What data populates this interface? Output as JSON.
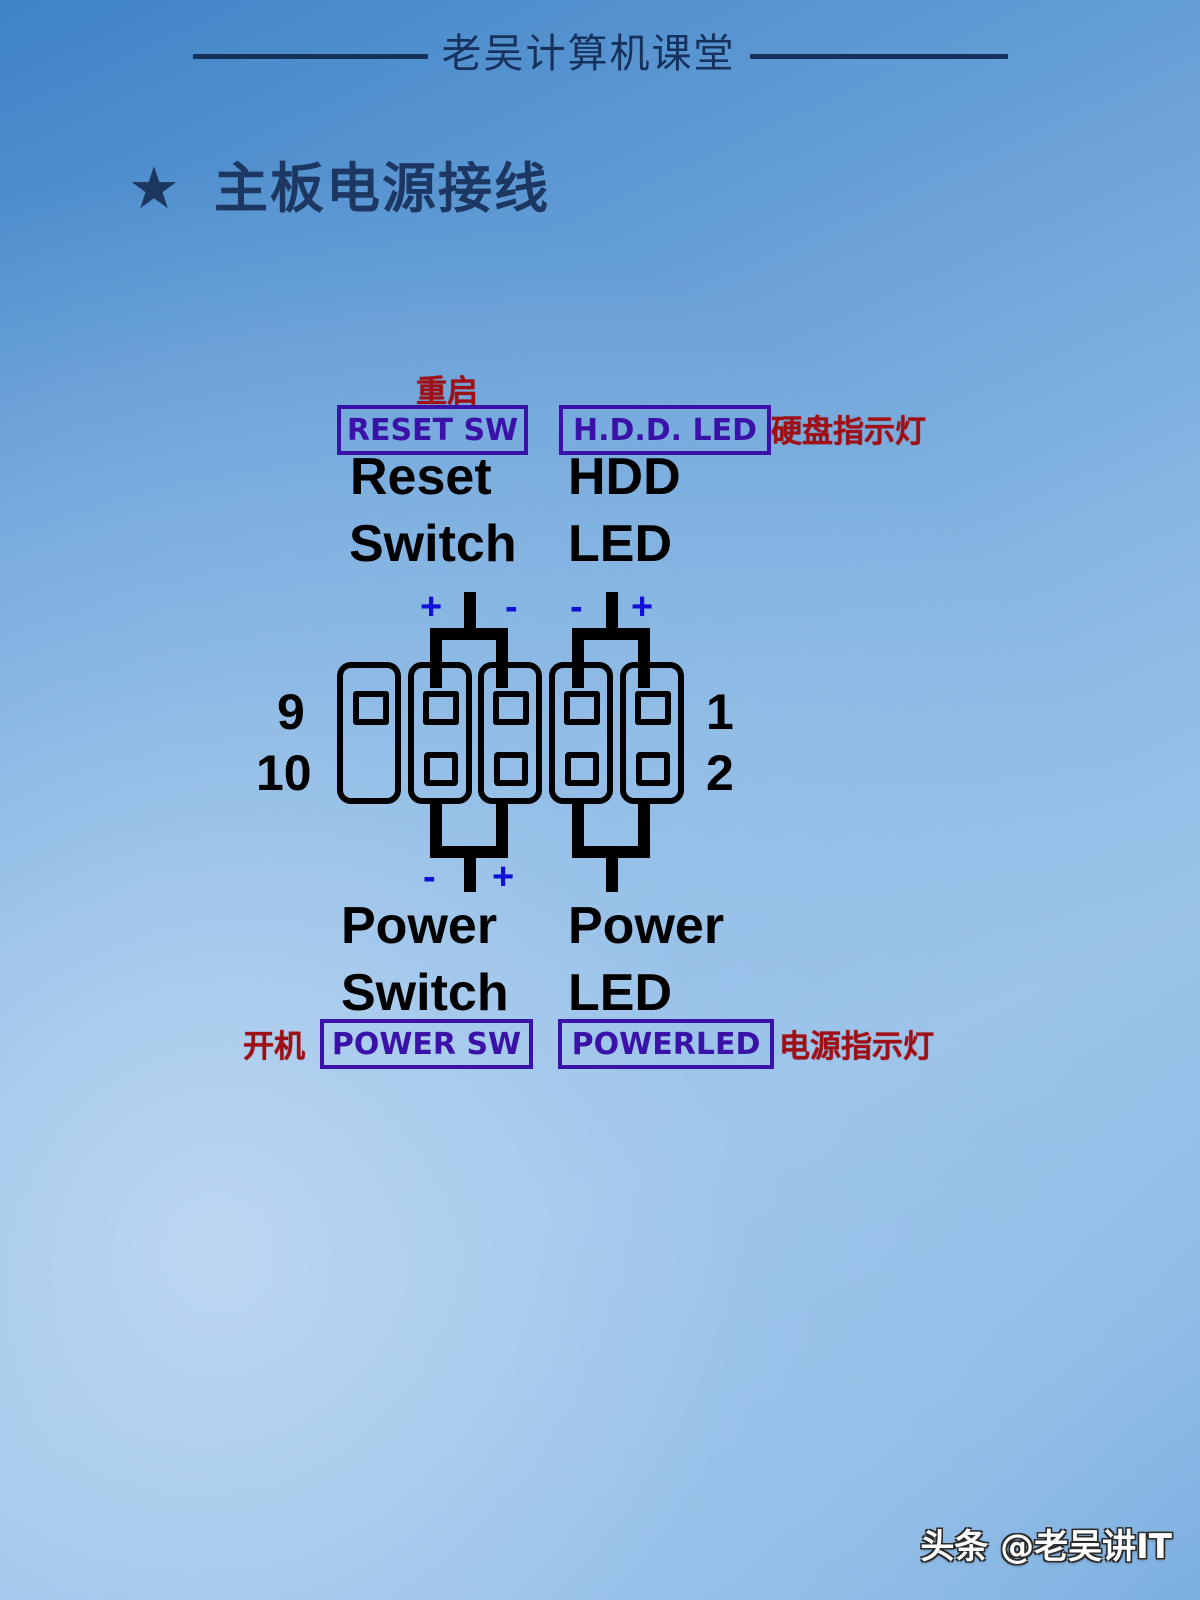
{
  "header": {
    "title": "老吴计算机课堂",
    "rule_color": "#16305c"
  },
  "section": {
    "star": "★",
    "title": "主板电源接线",
    "color": "#1d3763"
  },
  "diagram": {
    "title_note": "Motherboard front-panel header wiring",
    "colors": {
      "connector_key_purple": "#3b12a8",
      "chinese_label_red": "#9e1016",
      "sign_blue": "#1010d8",
      "outline_black": "#000000"
    },
    "top_left": {
      "cn_label": "重启",
      "key_label": "RESET SW",
      "name_line1": "Reset",
      "name_line2": "Switch",
      "sign_left": "+",
      "sign_right": "-"
    },
    "top_right": {
      "key_label": "H.D.D. LED",
      "cn_label": "硬盘指示灯",
      "name_line1": "HDD",
      "name_line2": "LED",
      "sign_left": "-",
      "sign_right": "+"
    },
    "bottom_left": {
      "cn_label": "开机",
      "key_label": "POWER SW",
      "name_line1": "Power",
      "name_line2": "Switch",
      "sign_left": "-",
      "sign_right": "+"
    },
    "bottom_right": {
      "key_label": "POWERLED",
      "cn_label": "电源指示灯",
      "name_line1": "Power",
      "name_line2": "LED"
    },
    "pin_numbers": {
      "left_top": "9",
      "left_bottom": "10",
      "right_top": "1",
      "right_bottom": "2"
    }
  },
  "watermark": {
    "text": "头条 @老吴讲IT"
  }
}
